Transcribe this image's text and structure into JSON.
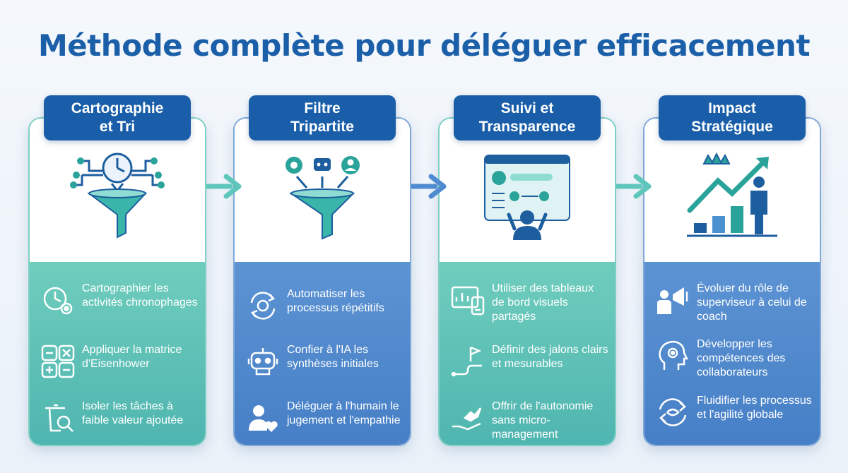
{
  "title": "Méthode complète pour déléguer efficacement",
  "colors": {
    "title": "#1b5fa8",
    "header": "#1a5ea9",
    "teal": "#4fb5b0",
    "blue": "#467fc6"
  },
  "cards": [
    {
      "header_line1": "Cartographie",
      "header_line2": "et Tri",
      "illustration": "clock-funnel-icon",
      "items": [
        {
          "icon": "clock-gear-icon",
          "text": "Cartographier les activités chronophages"
        },
        {
          "icon": "matrix-icon",
          "text": "Appliquer la matrice d'Eisenhower"
        },
        {
          "icon": "trash-search-icon",
          "text": "Isoler les tâches à faible valeur ajoutée"
        }
      ]
    },
    {
      "header_line1": "Filtre",
      "header_line2": "Tripartite",
      "illustration": "gear-robot-user-funnel-icon",
      "items": [
        {
          "icon": "cycle-gear-icon",
          "text": "Automatiser les processus répétitifs"
        },
        {
          "icon": "robot-icon",
          "text": "Confier à l'IA les synthèses initiales"
        },
        {
          "icon": "person-heart-icon",
          "text": "Déléguer à l'humain le jugement et l'empathie"
        }
      ]
    },
    {
      "header_line1": "Suivi et",
      "header_line2": "Transparence",
      "illustration": "dashboard-person-icon",
      "items": [
        {
          "icon": "dashboard-icon",
          "text": "Utiliser des tableaux de bord visuels partagés"
        },
        {
          "icon": "milestone-flag-icon",
          "text": "Définir des jalons clairs et mesurables"
        },
        {
          "icon": "hand-bird-icon",
          "text": "Offrir de l'autonomie sans micro-management"
        }
      ]
    },
    {
      "header_line1": "Impact",
      "header_line2": "Stratégique",
      "illustration": "growth-chart-crown-icon",
      "items": [
        {
          "icon": "megaphone-person-icon",
          "text": "Évoluer du rôle de superviseur à celui de coach"
        },
        {
          "icon": "head-gear-icon",
          "text": "Développer les compétences des collaborateurs"
        },
        {
          "icon": "sync-arrows-icon",
          "text": "Fluidifier les processus et l'agilité globale"
        }
      ]
    }
  ]
}
